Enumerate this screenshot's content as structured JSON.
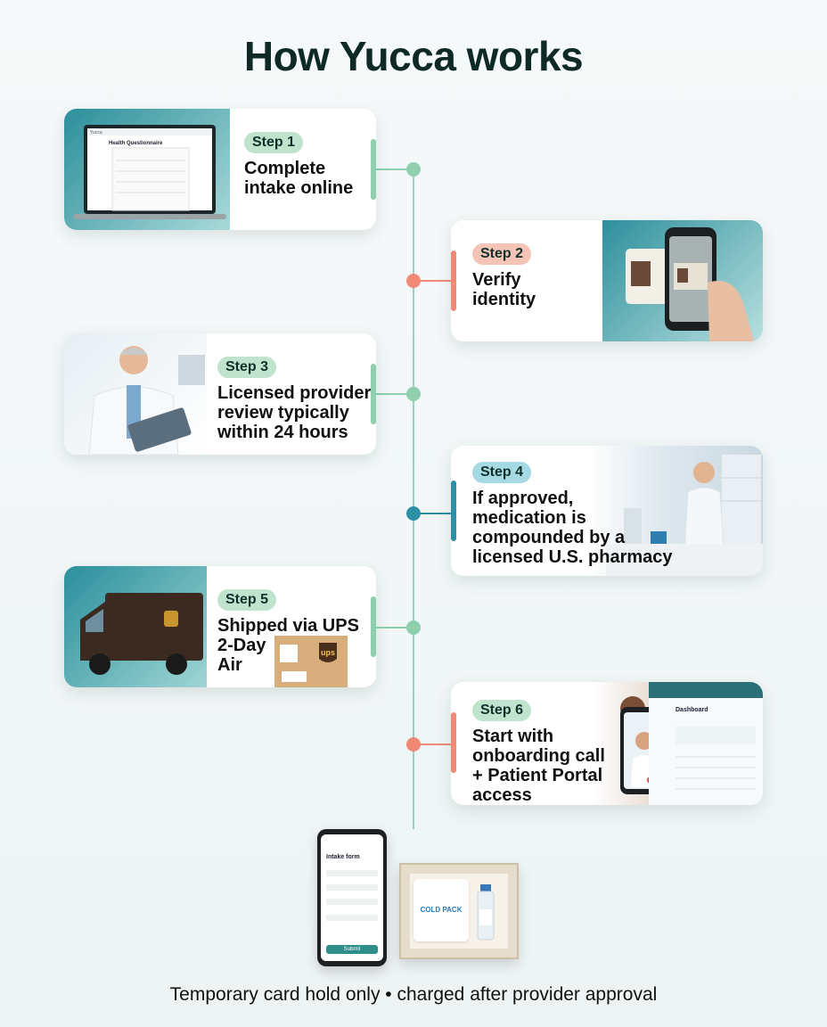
{
  "title": "How Yucca works",
  "steps": [
    {
      "badge": "Step 1",
      "text": "Complete\nintake online"
    },
    {
      "badge": "Step 2",
      "text": "Verify\nidentity"
    },
    {
      "badge": "Step 3",
      "text": "Licensed provider\nreview typically\nwithin 24 hours"
    },
    {
      "badge": "Step 4",
      "text": "If approved,\nmedication is\ncompounded by a\nlicensed U.S. pharmacy"
    },
    {
      "badge": "Step 5",
      "text": "Shipped via UPS\n2-Day\nAir"
    },
    {
      "badge": "Step 6",
      "text": "Start with\nonboarding call\n+ Patient Portal\naccess"
    }
  ],
  "images": {
    "laptop": {
      "brand": "Yucca",
      "heading": "Health Questionnaire"
    },
    "phone_form": {
      "heading": "Intake form",
      "button": "Submit"
    },
    "cold_pack": "COLD PACK",
    "ups_logo": "ups",
    "dashboard": "Dashboard"
  },
  "footer": "Temporary card hold only • charged after provider approval",
  "colors": {
    "green": "#8fcfae",
    "coral": "#ef8a76",
    "blue": "#2f8fa4",
    "teal": "#3aa3ad"
  }
}
